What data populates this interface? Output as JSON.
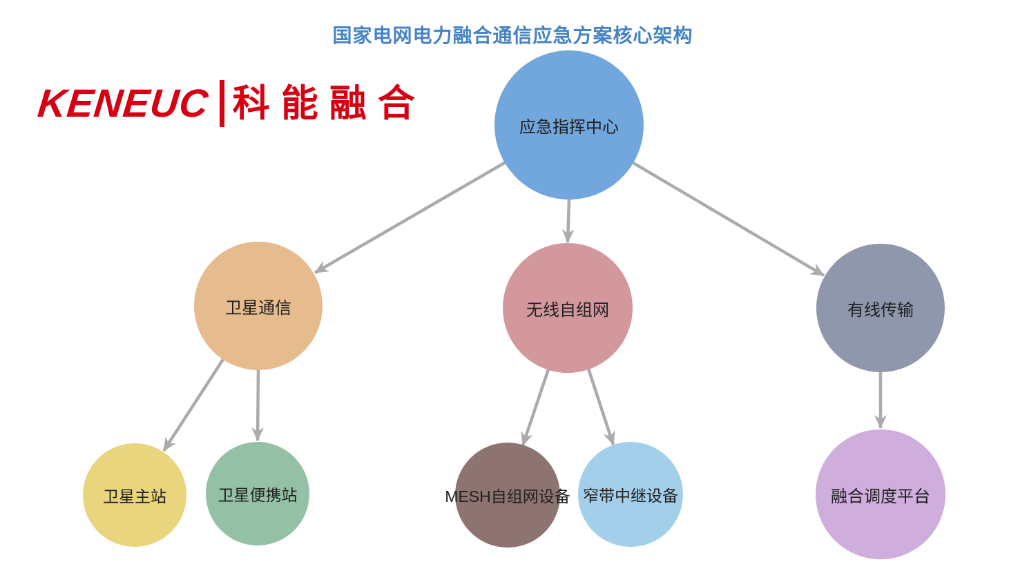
{
  "page": {
    "title": "国家电网电力融合通信应急方案核心架构",
    "title_color": "#4583c4",
    "background": "#ffffff"
  },
  "logo": {
    "latin": "KENEUC",
    "chinese": "科能融合",
    "color": "#d70012"
  },
  "diagram": {
    "type": "tree",
    "arrow_color": "#ababab",
    "nodes": {
      "root": {
        "label": "应急指挥中心",
        "color": "#72a7de"
      },
      "satellite": {
        "label": "卫星通信",
        "color": "#e6bb8d"
      },
      "wireless": {
        "label": "无线自组网",
        "color": "#d2989c"
      },
      "wired": {
        "label": "有线传输",
        "color": "#8f97ad"
      },
      "sat_main": {
        "label": "卫星主站",
        "color": "#e9d57d"
      },
      "sat_portable": {
        "label": "卫星便携站",
        "color": "#94c0a6"
      },
      "mesh": {
        "label": "MESH自组网设备",
        "color": "#8e7470"
      },
      "narrowband": {
        "label": "窄带中继设备",
        "color": "#a4cfea"
      },
      "dispatch": {
        "label": "融合调度平台",
        "color": "#cfaddd"
      }
    },
    "edges": [
      {
        "from": "root",
        "to": "satellite"
      },
      {
        "from": "root",
        "to": "wireless"
      },
      {
        "from": "root",
        "to": "wired"
      },
      {
        "from": "satellite",
        "to": "sat_main"
      },
      {
        "from": "satellite",
        "to": "sat_portable"
      },
      {
        "from": "wireless",
        "to": "mesh"
      },
      {
        "from": "wireless",
        "to": "narrowband"
      },
      {
        "from": "wired",
        "to": "dispatch"
      }
    ]
  }
}
